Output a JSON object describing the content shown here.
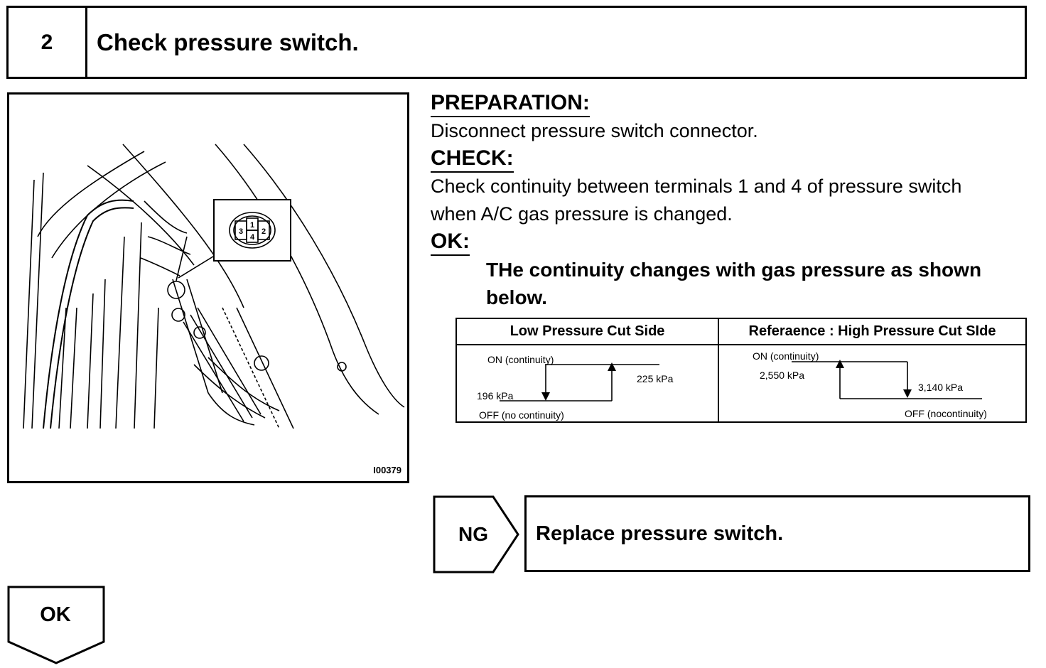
{
  "step": {
    "number": "2",
    "title": "Check pressure switch."
  },
  "figure": {
    "id": "I00379",
    "terminals": [
      "1",
      "2",
      "3",
      "4"
    ]
  },
  "preparation": {
    "heading": "PREPARATION:",
    "text": "Disconnect pressure switch connector."
  },
  "check": {
    "heading": "CHECK:",
    "line1": "Check continuity between terminals 1 and  4 of pressure switch",
    "line2": "when A/C gas pressure is changed."
  },
  "ok_criteria": {
    "heading": "OK:",
    "line1": "THe continuity changes with gas pressure as shown",
    "line2": "below."
  },
  "table": {
    "low_side": {
      "header": "Low Pressure Cut Side",
      "on_label": "ON (continuity)",
      "off_label": "OFF (no continuity)",
      "off_threshold": "196 kPa",
      "on_threshold": "225 kPa"
    },
    "high_side": {
      "header": "Referaence : High Pressure Cut SIde",
      "on_label": "ON (continuity)",
      "off_label": "OFF (nocontinuity)",
      "on_threshold": "2,550 kPa",
      "off_threshold": "3,140 kPa"
    }
  },
  "ng": {
    "label": "NG",
    "action": "Replace pressure switch."
  },
  "ok": {
    "label": "OK"
  }
}
